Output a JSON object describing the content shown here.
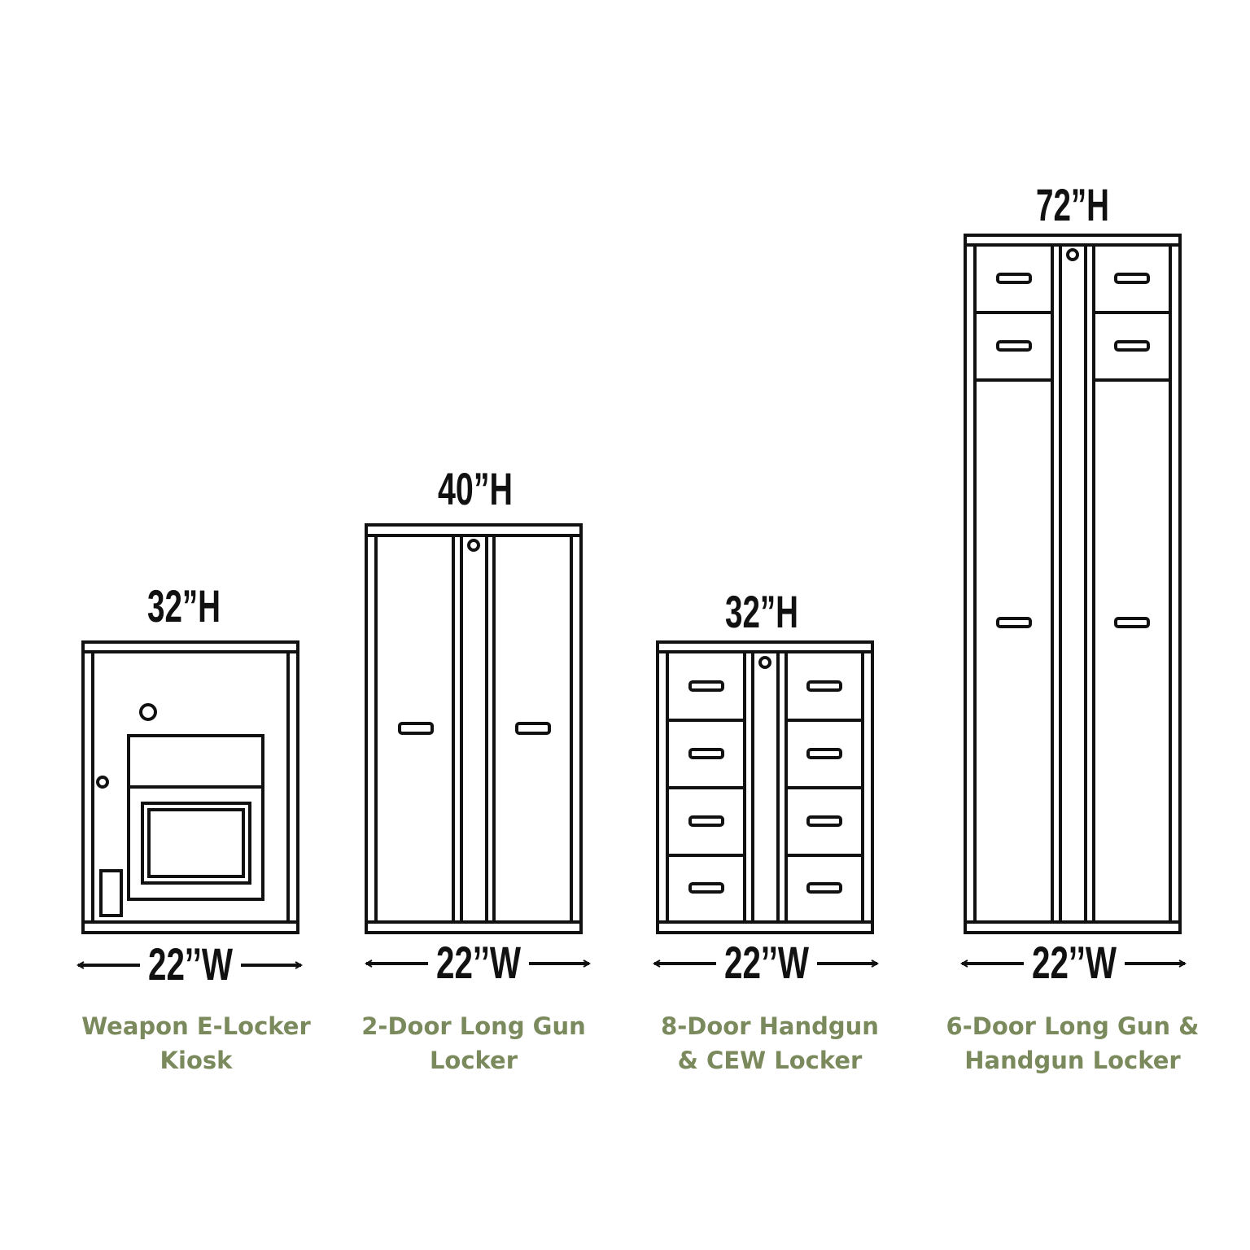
{
  "lockers": [
    {
      "height": "32”H",
      "width": "22’’W",
      "name_line1": "Weapon E-Locker",
      "name_line2": "Kiosk"
    },
    {
      "height": "40”H",
      "width": "22’’W",
      "name_line1": "2-Door Long Gun",
      "name_line2": "Locker"
    },
    {
      "height": "32”H",
      "width": "22’’W",
      "name_line1": "8-Door Handgun",
      "name_line2": "& CEW Locker"
    },
    {
      "height": "72”H",
      "width": "22’’W",
      "name_line1": "6-Door Long Gun &",
      "name_line2": "Handgun Locker"
    }
  ],
  "colors": {
    "label": "#7a8a5c",
    "line": "#111111"
  }
}
